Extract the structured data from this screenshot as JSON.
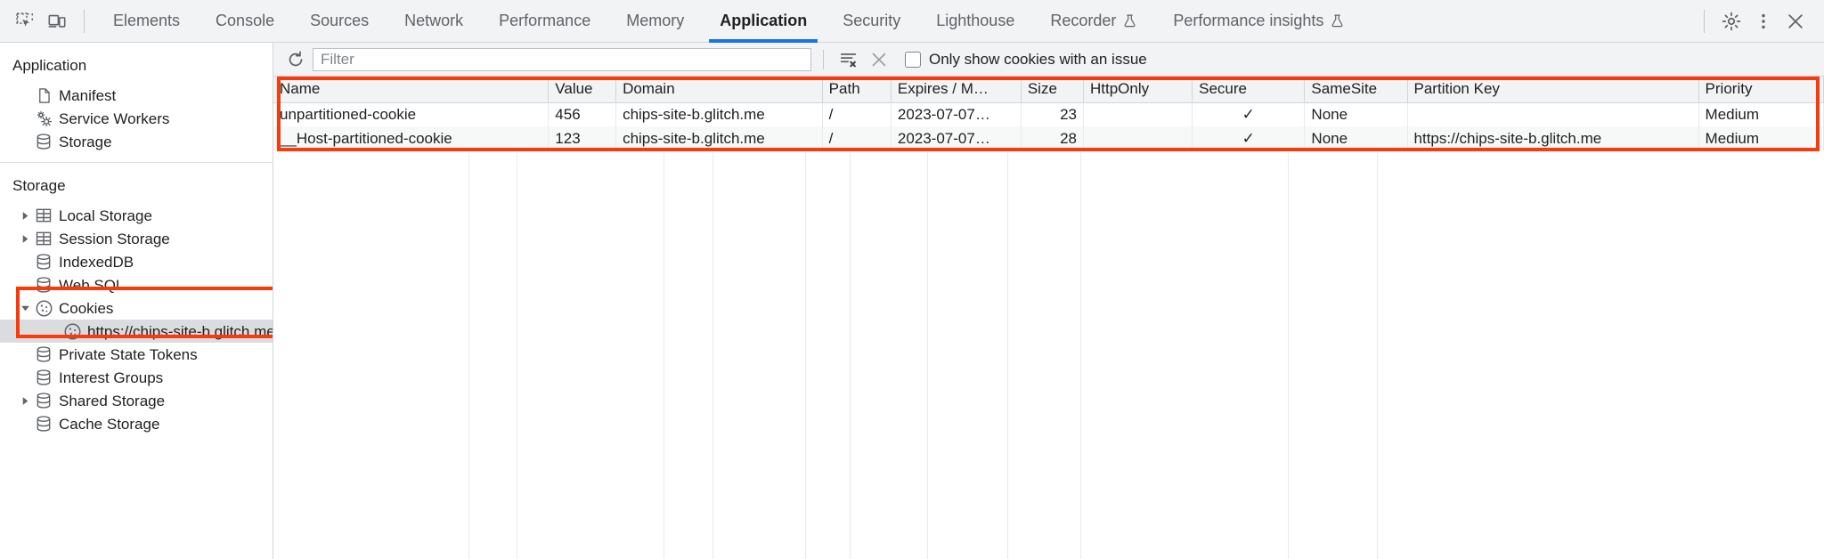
{
  "toolbar": {
    "inspect_icon": "inspect-element-icon",
    "device_icon": "device-toolbar-icon",
    "tabs": [
      {
        "label": "Elements",
        "active": false,
        "experimental": false
      },
      {
        "label": "Console",
        "active": false,
        "experimental": false
      },
      {
        "label": "Sources",
        "active": false,
        "experimental": false
      },
      {
        "label": "Network",
        "active": false,
        "experimental": false
      },
      {
        "label": "Performance",
        "active": false,
        "experimental": false
      },
      {
        "label": "Memory",
        "active": false,
        "experimental": false
      },
      {
        "label": "Application",
        "active": true,
        "experimental": false
      },
      {
        "label": "Security",
        "active": false,
        "experimental": false
      },
      {
        "label": "Lighthouse",
        "active": false,
        "experimental": false
      },
      {
        "label": "Recorder",
        "active": false,
        "experimental": true
      },
      {
        "label": "Performance insights",
        "active": false,
        "experimental": true
      }
    ],
    "settings_icon": "gear-icon",
    "more_icon": "kebab-menu-icon",
    "close_icon": "close-icon",
    "active_tab_accent": "#1a73e8"
  },
  "sidebar": {
    "sections": [
      {
        "title": "Application",
        "items": [
          {
            "label": "Manifest",
            "icon": "document-icon",
            "twisty": "none",
            "indent": 1,
            "selected": false
          },
          {
            "label": "Service Workers",
            "icon": "gears-icon",
            "twisty": "none",
            "indent": 1,
            "selected": false
          },
          {
            "label": "Storage",
            "icon": "database-icon",
            "twisty": "none",
            "indent": 1,
            "selected": false
          }
        ]
      },
      {
        "title": "Storage",
        "items": [
          {
            "label": "Local Storage",
            "icon": "table-icon",
            "twisty": "collapsed",
            "indent": 1,
            "selected": false
          },
          {
            "label": "Session Storage",
            "icon": "table-icon",
            "twisty": "collapsed",
            "indent": 1,
            "selected": false
          },
          {
            "label": "IndexedDB",
            "icon": "database-icon",
            "twisty": "none",
            "indent": 1,
            "selected": false
          },
          {
            "label": "Web SQL",
            "icon": "database-icon",
            "twisty": "none",
            "indent": 1,
            "selected": false
          },
          {
            "label": "Cookies",
            "icon": "cookie-icon",
            "twisty": "expanded",
            "indent": 1,
            "selected": false
          },
          {
            "label": "https://chips-site-b.glitch.me",
            "icon": "cookie-icon",
            "twisty": "none",
            "indent": 2,
            "selected": true
          },
          {
            "label": "Private State Tokens",
            "icon": "database-icon",
            "twisty": "none",
            "indent": 1,
            "selected": false
          },
          {
            "label": "Interest Groups",
            "icon": "database-icon",
            "twisty": "none",
            "indent": 1,
            "selected": false
          },
          {
            "label": "Shared Storage",
            "icon": "database-icon",
            "twisty": "collapsed",
            "indent": 1,
            "selected": false
          },
          {
            "label": "Cache Storage",
            "icon": "database-icon",
            "twisty": "none",
            "indent": 1,
            "selected": false
          }
        ]
      }
    ]
  },
  "filter_bar": {
    "refresh_icon": "refresh-icon",
    "filter_value": "",
    "filter_placeholder": "Filter",
    "clear_filtered_icon": "clear-filtered-icon",
    "clear_icon": "clear-all-icon",
    "issue_checkbox_label": "Only show cookies with an issue",
    "issue_checkbox_checked": false
  },
  "cookie_table": {
    "columns": [
      "Name",
      "Value",
      "Domain",
      "Path",
      "Expires / M…",
      "Size",
      "HttpOnly",
      "Secure",
      "SameSite",
      "Partition Key",
      "Priority"
    ],
    "rows": [
      {
        "Name": "unpartitioned-cookie",
        "Value": "456",
        "Domain": "chips-site-b.glitch.me",
        "Path": "/",
        "Expires / M…": "2023-07-07…",
        "Size": "23",
        "HttpOnly": "",
        "Secure": "✓",
        "SameSite": "None",
        "Partition Key": "",
        "Priority": "Medium"
      },
      {
        "Name": "__Host-partitioned-cookie",
        "Value": "123",
        "Domain": "chips-site-b.glitch.me",
        "Path": "/",
        "Expires / M…": "2023-07-07…",
        "Size": "28",
        "HttpOnly": "",
        "Secure": "✓",
        "SameSite": "None",
        "Partition Key": "https://chips-site-b.glitch.me",
        "Priority": "Medium"
      }
    ]
  },
  "annotations": {
    "highlight_color": "#f93a0a",
    "boxes": [
      "cookies-tree-highlight",
      "cookie-table-highlight"
    ]
  }
}
